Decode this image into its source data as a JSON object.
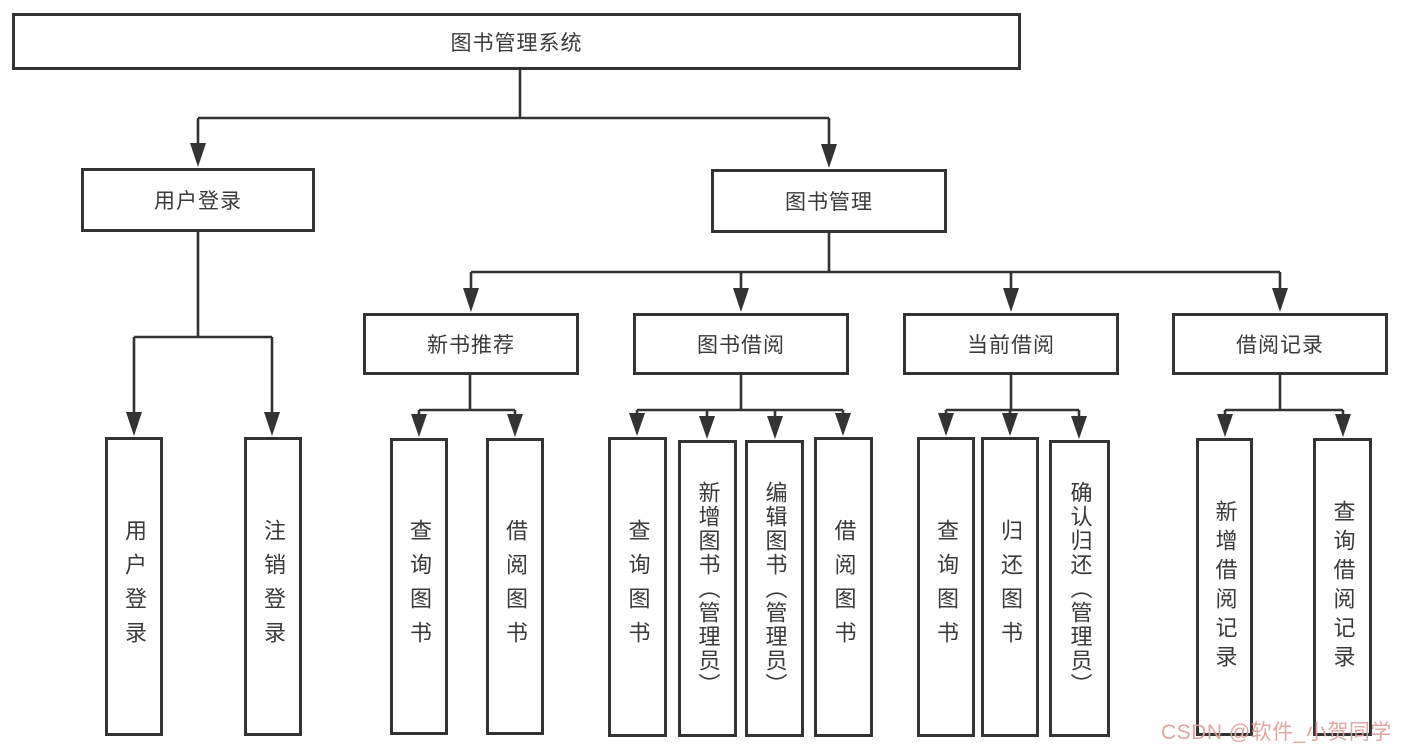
{
  "diagram": {
    "type": "hierarchy-tree",
    "root": {
      "label": "图书管理系统",
      "children": [
        {
          "label": "用户登录",
          "children": [
            {
              "label": "用户登录"
            },
            {
              "label": "注销登录"
            }
          ]
        },
        {
          "label": "图书管理",
          "children": [
            {
              "label": "新书推荐",
              "children": [
                {
                  "label": "查询图书"
                },
                {
                  "label": "借阅图书"
                }
              ]
            },
            {
              "label": "图书借阅",
              "children": [
                {
                  "label": "查询图书"
                },
                {
                  "label": "新增图书（管理员）"
                },
                {
                  "label": "编辑图书（管理员）"
                },
                {
                  "label": "借阅图书"
                }
              ]
            },
            {
              "label": "当前借阅",
              "children": [
                {
                  "label": "查询图书"
                },
                {
                  "label": "归还图书"
                },
                {
                  "label": "确认归还（管理员）"
                }
              ]
            },
            {
              "label": "借阅记录",
              "children": [
                {
                  "label": "新增借阅记录"
                },
                {
                  "label": "查询借阅记录"
                }
              ]
            }
          ]
        }
      ]
    }
  },
  "watermark": {
    "text": "CSDN @软件_小贺同学"
  },
  "colors": {
    "line": "#333333",
    "border": "#333333",
    "text": "#3a3a3a",
    "watermark": "#dfa29b",
    "background": "#ffffff"
  }
}
